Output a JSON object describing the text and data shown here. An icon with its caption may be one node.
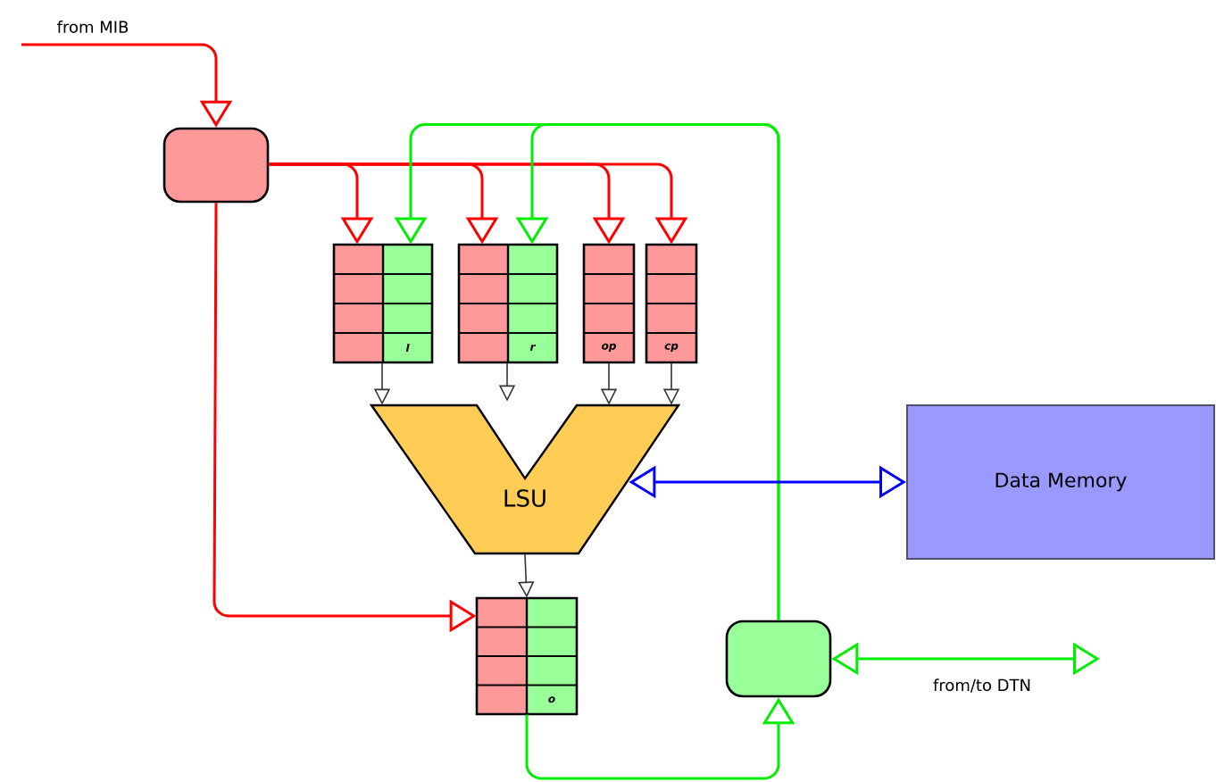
{
  "diagram": {
    "nodes": [
      {
        "text": [],
        "shape": "box"
      },
      {
        "text": [
          "l"
        ]
      },
      {
        "text": [
          "r"
        ]
      },
      {
        "text": [
          "op"
        ]
      },
      {
        "text": [
          "cp"
        ]
      },
      {
        "text": [
          "LSU"
        ]
      },
      {
        "text": [
          "Data Memory"
        ]
      },
      {
        "text": [
          "o"
        ]
      },
      {
        "text": [],
        "shape": "box"
      }
    ],
    "edges": [
      {
        "from": null,
        "to": 0,
        "arrow": "to",
        "label": "from MIB"
      },
      {
        "from": 0,
        "to": 1,
        "arrow": "to"
      },
      {
        "from": 0,
        "to": 2,
        "arrow": "to"
      },
      {
        "from": 0,
        "to": 3,
        "arrow": "to"
      },
      {
        "from": 0,
        "to": 4,
        "arrow": "to"
      },
      {
        "from": 8,
        "to": 1,
        "arrow": "to",
        "color": "#00ee00"
      },
      {
        "from": 8,
        "to": 2,
        "arrow": "to",
        "color": "#00ee00"
      },
      {
        "from": 1,
        "to": 5,
        "arrow": "to",
        "color": "#333333"
      },
      {
        "from": 2,
        "to": 5,
        "arrow": "to",
        "color": "#333333"
      },
      {
        "from": 3,
        "to": 5,
        "arrow": "to",
        "color": "#333333"
      },
      {
        "from": 4,
        "to": 5,
        "arrow": "to",
        "color": "#333333"
      },
      {
        "from": 5,
        "to": 6,
        "arrow": "both",
        "color": "#0000ff"
      },
      {
        "from": 5,
        "to": 7,
        "arrow": "to",
        "color": "#333333"
      },
      {
        "from": 0,
        "to": 7,
        "arrow": "to"
      },
      {
        "from": 7,
        "to": 8,
        "arrow": "to",
        "color": "#00ee00"
      },
      {
        "from": 8,
        "to": null,
        "arrow": "both",
        "color": "#00ee00",
        "label": "from/to DTN"
      }
    ]
  }
}
